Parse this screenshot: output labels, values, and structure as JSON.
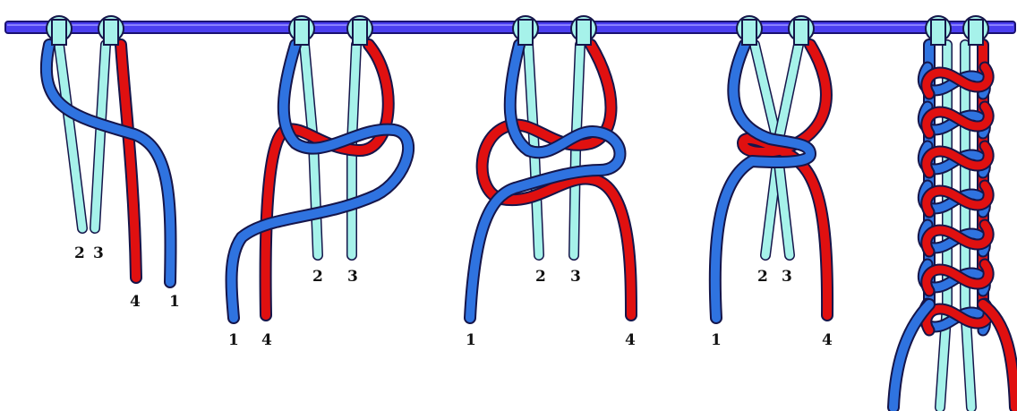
{
  "title": "",
  "colors": {
    "dowel": "#4b3ff0",
    "dowel_outline": "#1a1170",
    "filler_cord": "#a6f2ea",
    "left_working_cord": "#2f73e0",
    "right_working_cord": "#e01010",
    "outline": "#15154a"
  },
  "steps": [
    {
      "name": "step-1",
      "labels": {
        "cord2": "2",
        "cord3": "3",
        "cord4": "4",
        "cord1": "1"
      }
    },
    {
      "name": "step-2",
      "labels": {
        "cord2": "2",
        "cord3": "3",
        "cord1": "1",
        "cord4": "4"
      }
    },
    {
      "name": "step-3",
      "labels": {
        "cord2": "2",
        "cord3": "3",
        "cord1": "1",
        "cord4": "4"
      }
    },
    {
      "name": "step-4",
      "labels": {
        "cord2": "2",
        "cord3": "3",
        "cord1": "1",
        "cord4": "4"
      }
    },
    {
      "name": "step-5-sinnet",
      "labels": {}
    }
  ]
}
